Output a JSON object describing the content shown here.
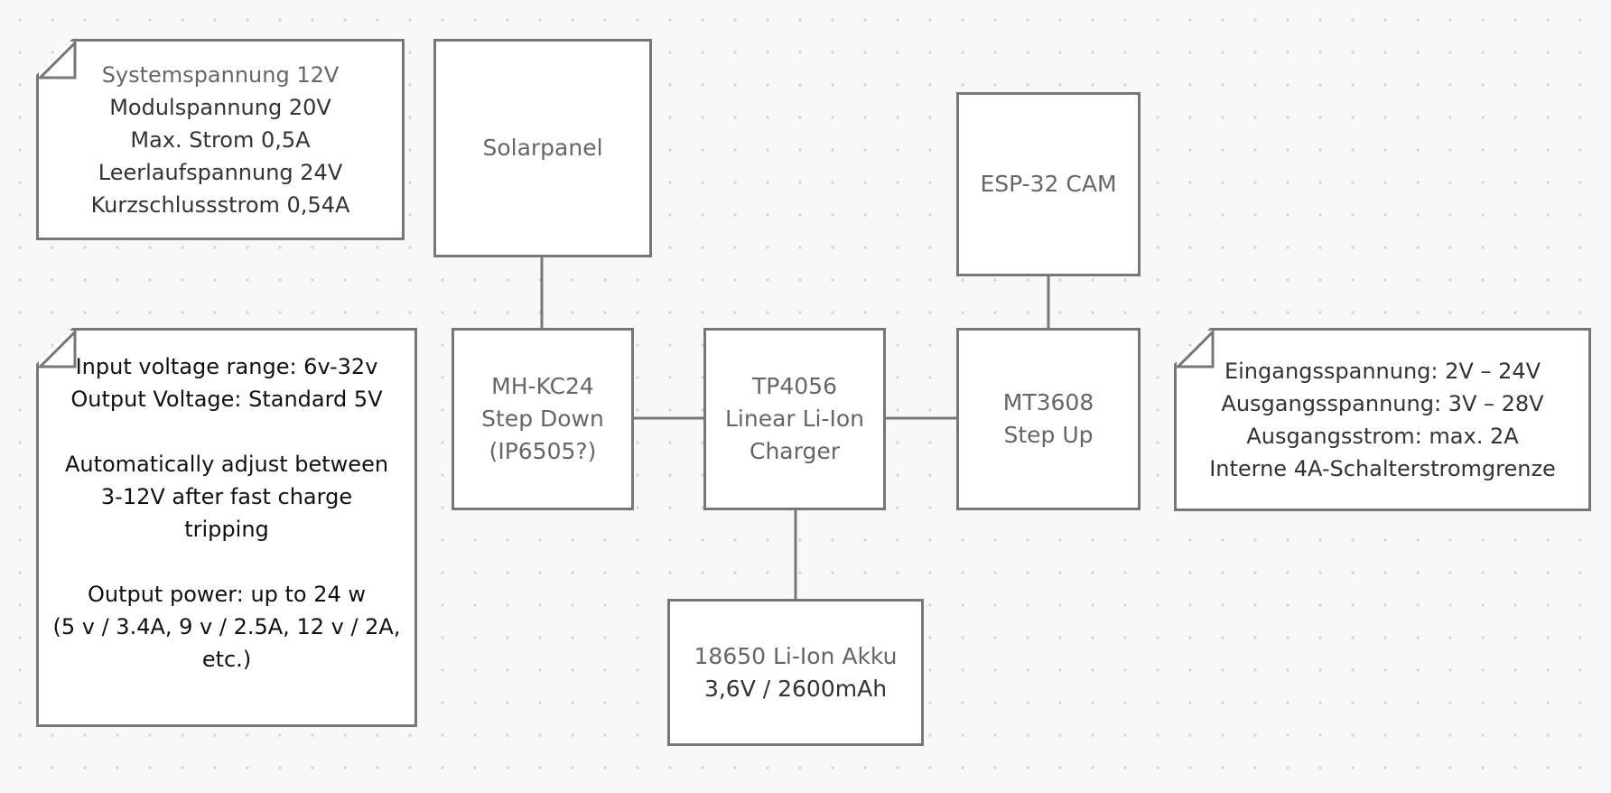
{
  "notes": {
    "solar_specs": [
      "Systemspannung 12V",
      "Modulspannung 20V",
      "Max. Strom 0,5A",
      "Leerlaufspannung 24V",
      "Kurzschlussstrom 0,54A"
    ],
    "stepdown_specs": {
      "p1": [
        "Input voltage range: 6v-32v",
        "Output Voltage: Standard 5V"
      ],
      "p2": [
        "Automatically adjust between",
        "3-12V after fast charge",
        "tripping"
      ],
      "p3": [
        "Output power: up to 24 w",
        "(5 v / 3.4A, 9 v / 2.5A, 12 v / 2A,",
        "etc.)"
      ]
    },
    "stepup_specs": [
      "Eingangsspannung: 2V – 24V",
      "Ausgangsspannung: 3V – 28V",
      "Ausgangsstrom: max. 2A",
      "Interne 4A-Schalterstromgrenze"
    ]
  },
  "blocks": {
    "solarpanel": [
      "Solarpanel"
    ],
    "stepdown": [
      "MH-KC24",
      "Step Down",
      "(IP6505?)"
    ],
    "charger": [
      "TP4056",
      "Linear Li-Ion",
      "Charger"
    ],
    "stepup": [
      "MT3608",
      "Step Up"
    ],
    "esp": [
      "ESP-32 CAM"
    ],
    "battery": [
      "18650 Li-Ion Akku",
      "3,6V / 2600mAh"
    ]
  },
  "colors": {
    "border": "#777777",
    "text": "#666666",
    "note_text_dark": "#111111",
    "background": "#f8f8fa"
  }
}
